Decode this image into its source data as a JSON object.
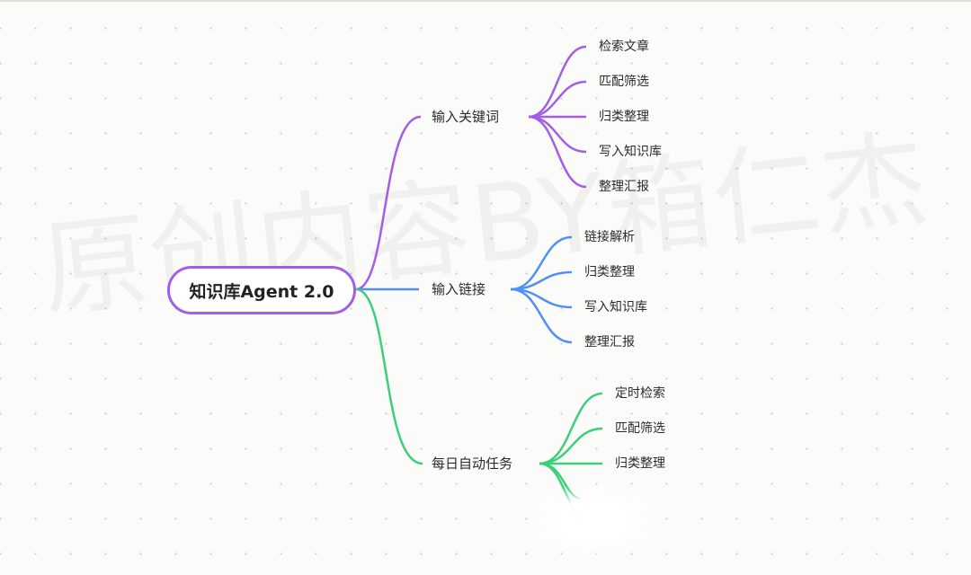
{
  "root": {
    "label": "知识库Agent 2.0"
  },
  "watermark": "原创内容BY箱仁杰",
  "colors": {
    "purple": "#a45ee5",
    "blue": "#4f8ff7",
    "green": "#3ecf7a"
  },
  "branches": [
    {
      "label": "输入关键词",
      "color": "purple",
      "children": [
        "检索文章",
        "匹配筛选",
        "归类整理",
        "写入知识库",
        "整理汇报"
      ]
    },
    {
      "label": "输入链接",
      "color": "blue",
      "children": [
        "链接解析",
        "归类整理",
        "写入知识库",
        "整理汇报"
      ]
    },
    {
      "label": "每日自动任务",
      "color": "green",
      "children": [
        "定时检索",
        "匹配筛选",
        "归类整理"
      ]
    }
  ]
}
